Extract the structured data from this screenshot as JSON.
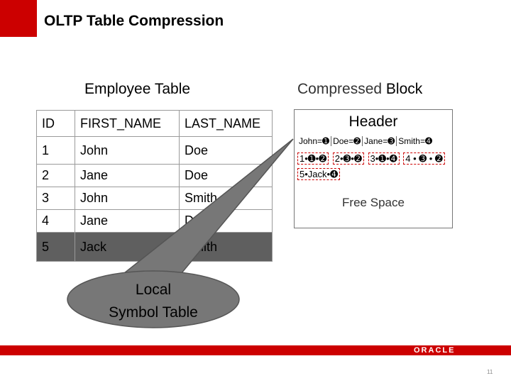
{
  "slide": {
    "title": "OLTP Table Compression",
    "page_number": "11",
    "logo_text": "ORACLE"
  },
  "employee_table": {
    "title": "Employee Table",
    "columns": [
      "ID",
      "FIRST_NAME",
      "LAST_NAME"
    ],
    "rows": [
      [
        "1",
        "John",
        "Doe"
      ],
      [
        "2",
        "Jane",
        "Doe"
      ],
      [
        "3",
        "John",
        "Smith"
      ],
      [
        "4",
        "Jane",
        "Doe"
      ],
      [
        "5",
        "Jack",
        "Smith"
      ]
    ]
  },
  "callout": {
    "line1": "Local",
    "line2": "Symbol Table"
  },
  "compressed_block": {
    "title_part1": "Compressed",
    "title_part2": "Block",
    "header": "Header",
    "symbols": [
      "John=➊",
      "Doe=➋",
      "Jane=➌",
      "Smith=➍"
    ],
    "rows": [
      "1•➊•➋",
      "2•➌•➋",
      "3•➊•➍",
      "4 • ➌ • ➋",
      "5•Jack•➍"
    ],
    "free_space": "Free Space"
  },
  "colors": {
    "accent_red": "#cc0000",
    "callout_gray": "#777777",
    "dark_row": "#5f5f5f"
  }
}
